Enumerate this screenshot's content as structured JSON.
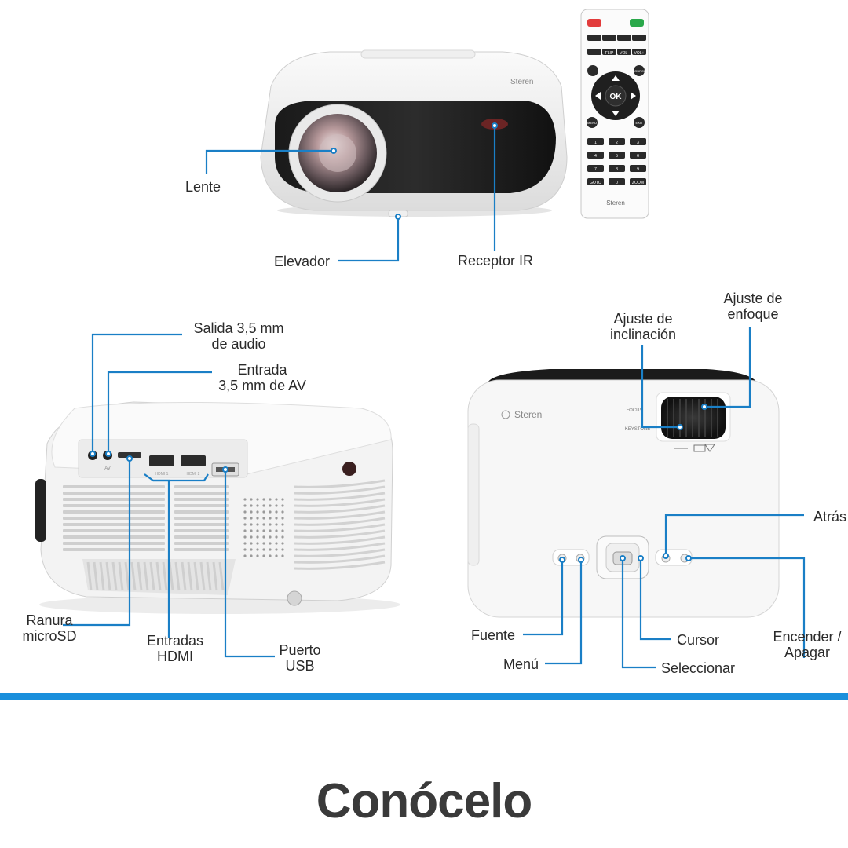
{
  "title": "Conócelo",
  "brand": "Steren",
  "accent_color": "#1a8fdc",
  "callout_color": "#1a7fc6",
  "labels": {
    "lente": "Lente",
    "elevador": "Elevador",
    "receptor_ir": "Receptor IR",
    "salida_audio_1": "Salida 3,5 mm",
    "salida_audio_2": "de audio",
    "entrada_av_1": "Entrada",
    "entrada_av_2": "3,5 mm de AV",
    "ranura_1": "Ranura",
    "ranura_2": "microSD",
    "hdmi_1": "Entradas",
    "hdmi_2": "HDMI",
    "usb_1": "Puerto",
    "usb_2": "USB",
    "enfoque_1": "Ajuste de",
    "enfoque_2": "enfoque",
    "inclinacion_1": "Ajuste de",
    "inclinacion_2": "inclinación",
    "atras": "Atrás",
    "encender_1": "Encender /",
    "encender_2": "Apagar",
    "fuente": "Fuente",
    "menu": "Menú",
    "cursor": "Cursor",
    "seleccionar": "Seleccionar"
  },
  "remote": {
    "ok": "OK",
    "menu": "MENU",
    "exit": "EXIT",
    "source": "SOURCE",
    "flip": "FLIP",
    "vol_minus": "VOL-",
    "vol_plus": "VOL+",
    "goto": "GOTO",
    "zoom": "ZOOM",
    "digits": [
      "1",
      "2",
      "3",
      "4",
      "5",
      "6",
      "7",
      "8",
      "9",
      "0"
    ]
  },
  "port_labels": {
    "av": "AV",
    "hdmi1": "HDMI 1",
    "hdmi2": "HDMI 2",
    "focus": "FOCUS",
    "keystone": "KEYSTONE"
  }
}
